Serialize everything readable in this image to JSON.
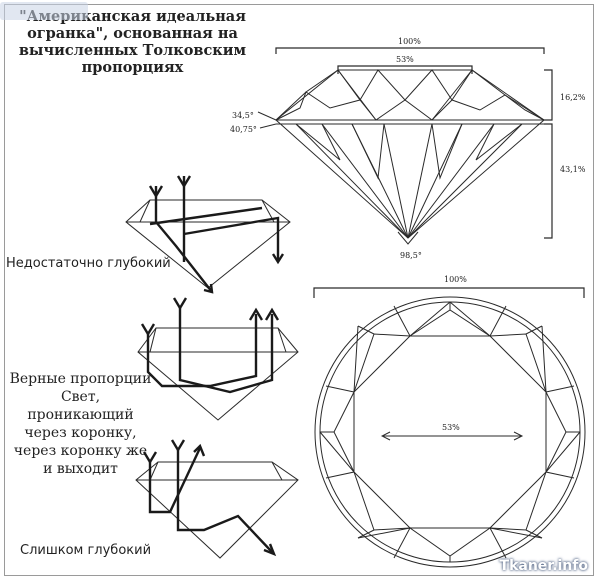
{
  "title": "\"Американская идеальная огранка\", основанная на вычисленных Толковским пропорциях",
  "side_view": {
    "width_label": "100%",
    "table_label": "53%",
    "crown_height_label": "16,2%",
    "pavilion_depth_label": "43,1%",
    "crown_angle_label": "34,5°",
    "pavilion_angle_label": "40,75°",
    "culet_angle_label": "98,5°"
  },
  "top_view": {
    "width_label": "100%",
    "table_label": "53%"
  },
  "paths": [
    {
      "label": "Недостаточно глубокий"
    },
    {
      "label_lines": [
        "Верные пропорции",
        "Свет, проникающий",
        "через коронку,",
        "через коронку же",
        "и выходит"
      ]
    },
    {
      "label": "Слишком глубокий"
    }
  ],
  "watermark": "Tkaner.info"
}
